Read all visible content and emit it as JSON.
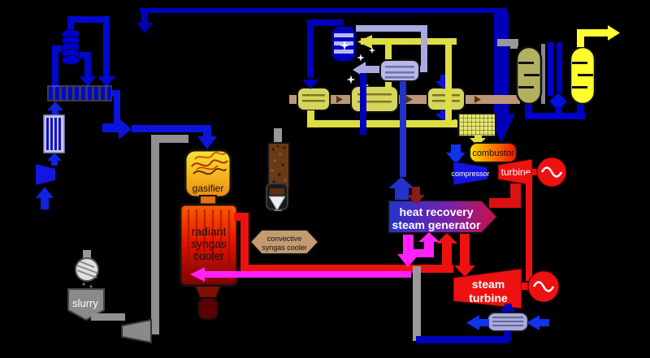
{
  "diagram": {
    "kind": "IGCC power plant process flow diagram",
    "labels": {
      "gasifier": "gasifier",
      "radiant_syngas_cooler": {
        "line1": "radiant",
        "line2": "syngas",
        "line3": "cooler"
      },
      "convective_syngas_cooler": {
        "line1": "convective",
        "line2": "syngas cooler"
      },
      "slurry": "slurry",
      "combustor": "combustor",
      "gt_compressor": "compressor",
      "gt_turbine": "turbine",
      "hrsg": {
        "line1": "heat recovery",
        "line2": "steam generator"
      },
      "steam_turbine": {
        "line1": "steam",
        "line2": "turbine"
      }
    },
    "colors": {
      "background": "#000000",
      "pipe_blue": "#0000cc",
      "arrow_blue": "#1133ee",
      "lavender": "#aaaae0",
      "pipe_tan": "#bd9678",
      "pipe_yellow": "#dddd44",
      "vessel_olive": "#b3b060",
      "vessel_yellow": "#ffff2e",
      "magenta": "#ff22ff",
      "steam_red": "#ee1111",
      "hrsg_blue": "#2233cc",
      "hrsg_crimson": "#cc1144",
      "slurry_gray": "#8a8a8a",
      "scrubber_brown": "#6b3a14"
    }
  }
}
